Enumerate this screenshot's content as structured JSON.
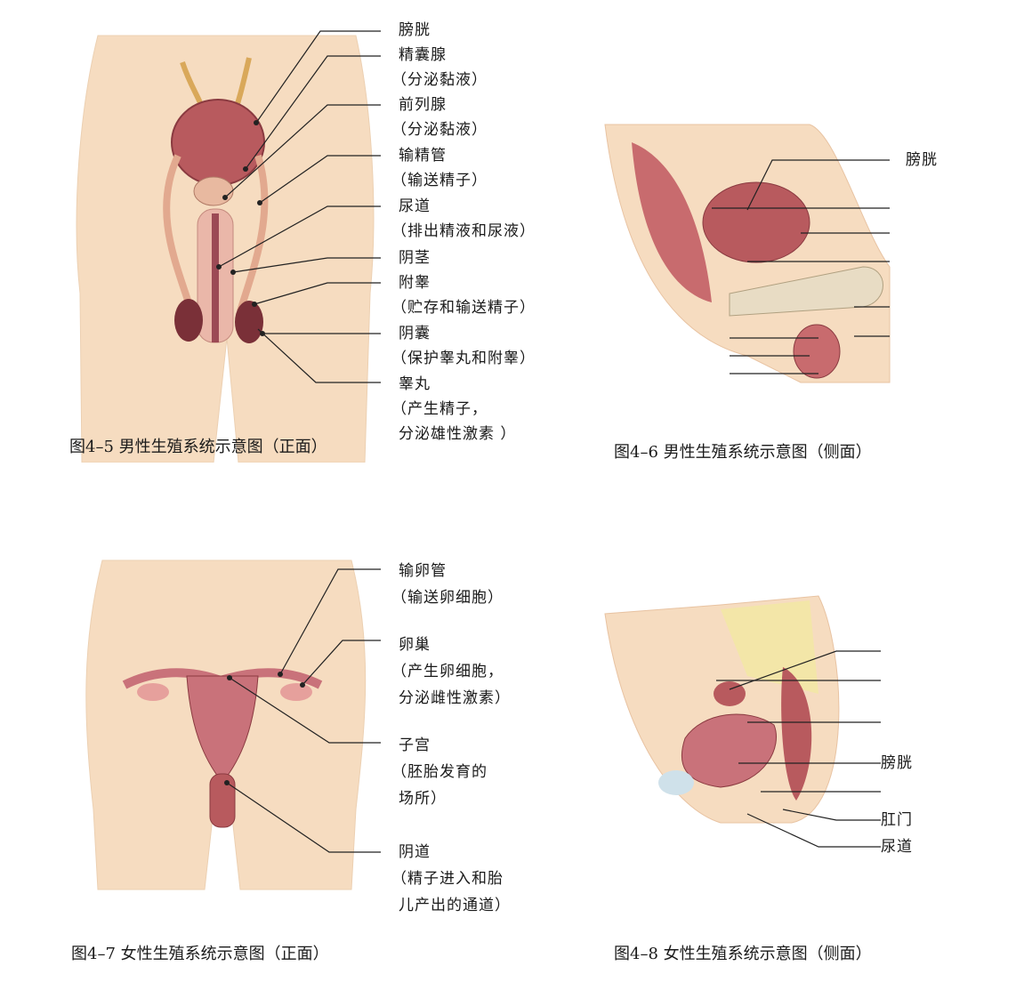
{
  "fig1": {
    "labels": {
      "bladder": "膀胱",
      "seminal_vesicle": "精囊腺",
      "seminal_vesicle_fn": "（分泌黏液）",
      "prostate": "前列腺",
      "prostate_fn": "（分泌黏液）",
      "vas_deferens": "输精管",
      "vas_deferens_fn": "（输送精子）",
      "urethra": "尿道",
      "urethra_fn": "（排出精液和尿液）",
      "penis": "阴茎",
      "epididymis": "附睾",
      "epididymis_fn": "（贮存和输送精子）",
      "scrotum": "阴囊",
      "scrotum_fn": "（保护睾丸和附睾）",
      "testis": "睾丸",
      "testis_fn1": "（产生精子，",
      "testis_fn2": "分泌雄性激素  ）"
    },
    "caption": "图4–5  男性生殖系统示意图（正面）"
  },
  "fig2": {
    "labels": {
      "bladder": "膀胱"
    },
    "caption": "图4–6  男性生殖系统示意图（侧面）"
  },
  "fig3": {
    "labels": {
      "oviduct": "输卵管",
      "oviduct_fn": "（输送卵细胞）",
      "ovary": "卵巢",
      "ovary_fn1": "（产生卵细胞，",
      "ovary_fn2": "分泌雌性激素）",
      "uterus": "子宫",
      "uterus_fn1": "（胚胎发育的",
      "uterus_fn2": "场所）",
      "vagina": "阴道",
      "vagina_fn1": "（精子进入和胎",
      "vagina_fn2": "儿产出的通道）"
    },
    "caption": "图4–7  女性生殖系统示意图（正面）"
  },
  "fig4": {
    "labels": {
      "bladder": "膀胱",
      "anus": "肛门",
      "urethra": "尿道"
    },
    "caption": "图4–8  女性生殖系统示意图（侧面）"
  },
  "colors": {
    "skin": "#f6dcc0",
    "skin_edge": "#e8c3a2",
    "organ": "#b85a5e",
    "organ_dark": "#8a3a40",
    "line": "#222222"
  }
}
